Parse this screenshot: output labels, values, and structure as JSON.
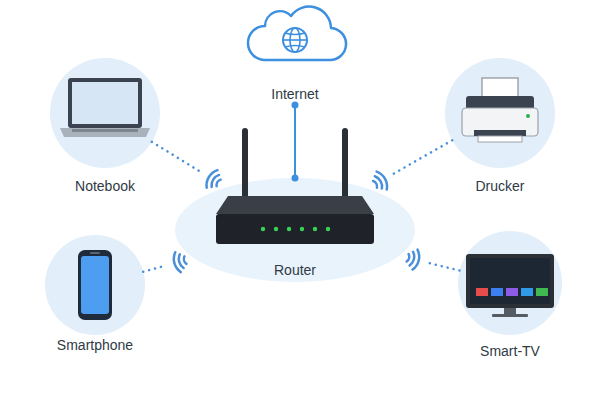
{
  "diagram": {
    "nodes": [
      {
        "text": [
          "Internet"
        ]
      },
      {
        "text": [
          "Notebook"
        ]
      },
      {
        "text": [
          "Drucker"
        ]
      },
      {
        "text": [
          "Router"
        ]
      },
      {
        "text": [
          "Smartphone"
        ]
      },
      {
        "text": [
          "Smart-TV"
        ]
      }
    ],
    "edges": [
      {
        "from": 0,
        "to": 3,
        "arrow": "none"
      },
      {
        "from": 1,
        "to": 3,
        "arrow": "none"
      },
      {
        "from": 2,
        "to": 3,
        "arrow": "none"
      },
      {
        "from": 4,
        "to": 3,
        "arrow": "none"
      },
      {
        "from": 5,
        "to": 3,
        "arrow": "none"
      }
    ]
  }
}
